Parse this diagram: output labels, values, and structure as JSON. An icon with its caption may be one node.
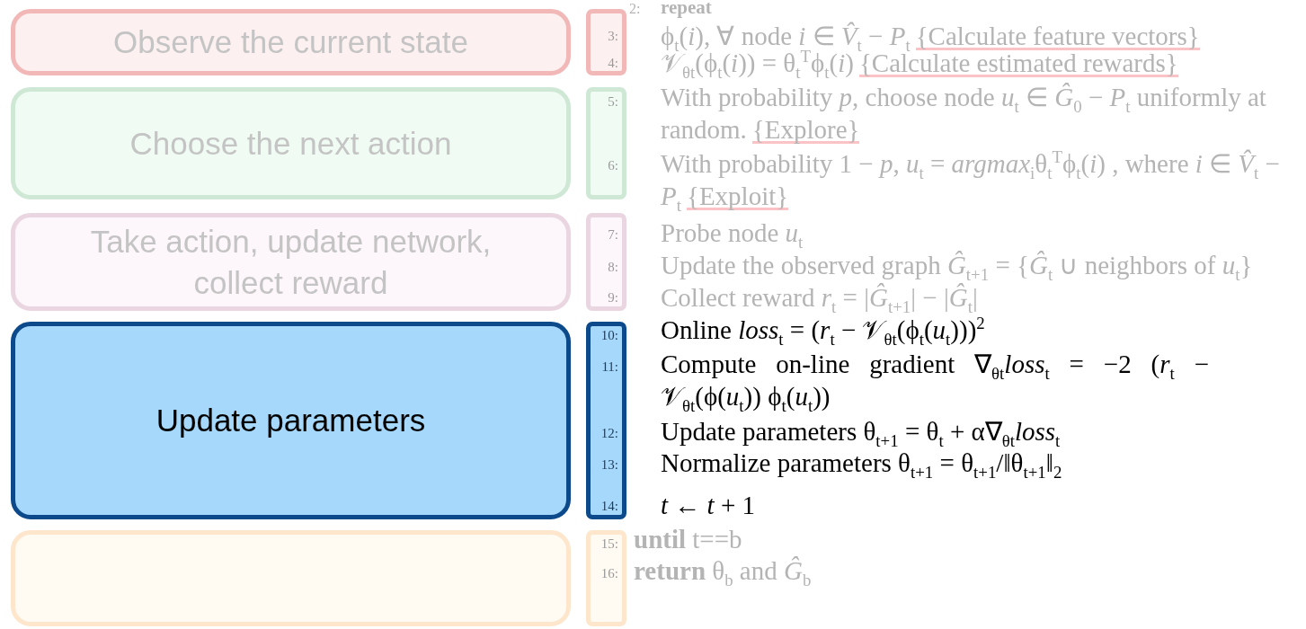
{
  "diagram": {
    "nodes": [
      {
        "text": [
          "Observe the current state"
        ]
      },
      {
        "text": [
          "3:",
          "4:"
        ]
      },
      {
        "text": [
          "Choose the next action"
        ]
      },
      {
        "text": [
          "5:",
          "6:"
        ]
      },
      {
        "text": [
          "Take action, update network, collect reward"
        ]
      },
      {
        "text": [
          "7:",
          "8:",
          "9:"
        ]
      },
      {
        "text": [
          "Update parameters"
        ]
      },
      {
        "text": [
          "10:",
          "11:",
          "12:",
          "13:",
          "14:"
        ]
      },
      {
        "text": [],
        "shape": "box"
      },
      {
        "text": [
          "15:",
          "16:"
        ]
      }
    ],
    "labels": [
      "2:",
      "repeat",
      "ϕ$_{t}$(*i*), ∀ node *i* ∈ *V̂*$_{t}$ − *P*$_{t}$",
      "{Calculate feature vectors}",
      "𝒱$_{θt}$(ϕ$_{t}$(*i*)) = θ$_{t}$$^{T}$ϕ$_{t}$(*i*)",
      "{Calculate estimated rewards}",
      "With probability *p*, choose node *u*$_{t}$ ∈ *Ĝ*$_{0}$ − *P*$_{t}$ uniformly at random.",
      "{Explore}",
      "With probability 1 − *p*, *u*$_{t}$ = *argmax*$_{i}$θ$_{t}$$^{T}$ϕ$_{t}$(*i*) , where *i* ∈ *V̂*$_{t}$ − *P*$_{t}$",
      "{Exploit}",
      "Probe node *u*$_{t}$",
      "Update the observed graph *Ĝ*$_{t+1}$ = {*Ĝ*$_{t}$ ∪ neighbors of *u*$_{t}$}",
      "Collect reward *r*$_{t}$ = |*Ĝ*$_{t+1}$| − |*Ĝ*$_{t}$|",
      "Online *loss*$_{t}$ = (*r*$_{t}$ − 𝒱$_{θt}$(ϕ$_{t}$(*u*$_{t}$)))$^{2}$",
      "Compute on-line gradient ∇$_{θt}$*loss*$_{t}$ = −2 (*r*$_{t}$ − 𝒱$_{θt}$(ϕ(*u*$_{t}$)) ϕ$_{t}$(*u*$_{t}$))",
      "Update parameters θ$_{t+1}$ = θ$_{t}$ + α∇$_{θt}$*loss*$_{t}$",
      "Normalize parameters θ$_{t+1}$ = θ$_{t+1}$/‖θ$_{t+1}$‖$_{2}$",
      "*t* ← *t* + 1",
      "**until** t==b",
      "**return** θ$_{b}$ and *Ĝ*$_{b}$"
    ]
  }
}
